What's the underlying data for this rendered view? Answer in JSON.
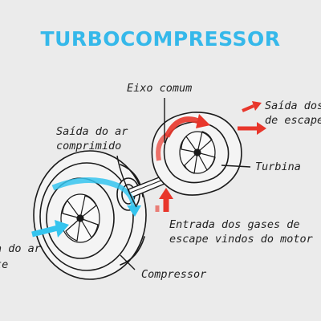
{
  "title": "TURBOCOMPRESSOR",
  "labels": {
    "shared_axis": "Eixo comum",
    "compressed_air_line1": "Saída do ar",
    "compressed_air_line2": "comprimido",
    "exhaust_out_line1": "Saída dos",
    "exhaust_out_line2": "de escape",
    "turbine": "Turbina",
    "exhaust_in_line1": "Entrada dos gases de",
    "exhaust_in_line2": "escape vindos do motor",
    "air_in_line1": "a do ar",
    "air_in_line2": "te",
    "compressor": "Compressor"
  },
  "colors": {
    "title": "#35b8ea",
    "hot_flow": "#e8362b",
    "cold_flow": "#35c4ee",
    "ink": "#1a1a1a",
    "background": "#ebebeb"
  }
}
